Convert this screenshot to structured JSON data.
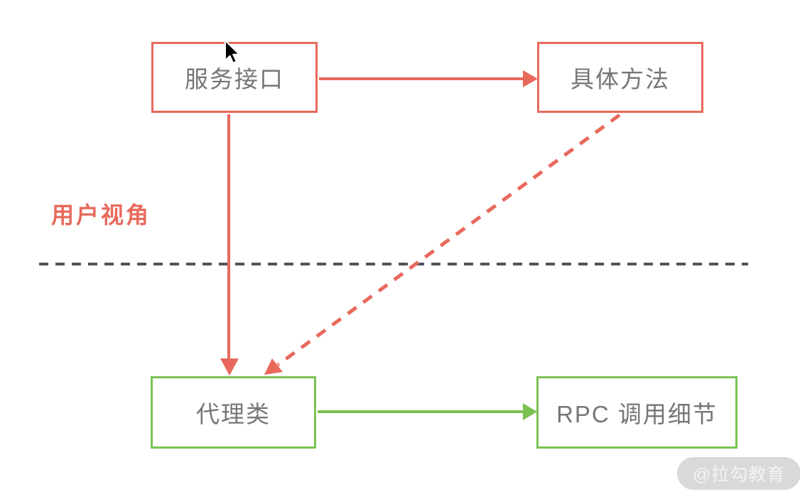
{
  "diagram": {
    "title_context": "RPC proxy user-perspective diagram",
    "nodes": [
      {
        "id": "service-interface",
        "label": "服务接口",
        "color": "#E8695C"
      },
      {
        "id": "concrete-method",
        "label": "具体方法",
        "color": "#E8695C"
      },
      {
        "id": "proxy-class",
        "label": "代理类",
        "color": "#7BC253"
      },
      {
        "id": "rpc-detail",
        "label": "RPC 调用细节",
        "color": "#7BC253"
      }
    ],
    "edges": [
      {
        "from": "service-interface",
        "to": "concrete-method",
        "style": "solid",
        "color": "#E8695C"
      },
      {
        "from": "service-interface",
        "to": "proxy-class",
        "style": "solid",
        "color": "#E8695C"
      },
      {
        "from": "concrete-method",
        "to": "proxy-class",
        "style": "dashed",
        "color": "#E8695C"
      },
      {
        "from": "proxy-class",
        "to": "rpc-detail",
        "style": "solid",
        "color": "#7BC253"
      }
    ],
    "perspective_label": "用户视角",
    "divider": {
      "style": "dashed",
      "color": "#54535C"
    }
  },
  "watermark": {
    "text": "@拉勾教育"
  },
  "colors": {
    "accent_red": "#E8695C",
    "accent_green": "#7BC253",
    "divider_gray": "#54535C",
    "node_text_gray": "#767676",
    "watermark_bg": "#D9D9D9",
    "watermark_text": "#F4F4F4"
  }
}
